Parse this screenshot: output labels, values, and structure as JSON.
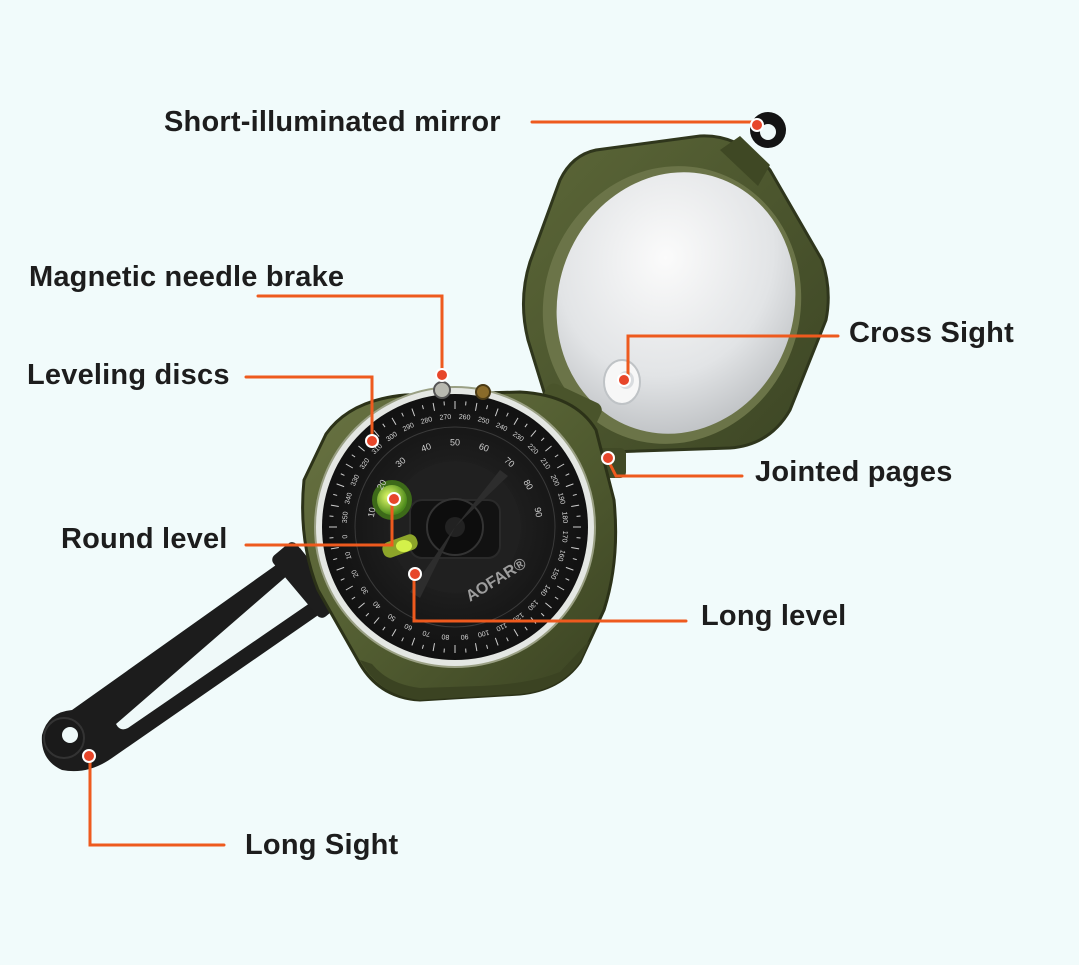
{
  "colors": {
    "background": "#f1fbfb",
    "leader_line": "#ee5a1e",
    "marker_dot": "#e7462a",
    "body_olive": "#525d31",
    "label_text": "#1d1d1d"
  },
  "dial": {
    "brand": "AOFAR®",
    "outer_ring_numbers": [
      "280",
      "270",
      "260",
      "250",
      "240",
      "230",
      "220",
      "210",
      "200",
      "190",
      "180",
      "170",
      "160",
      "150",
      "140",
      "130",
      "120",
      "110",
      "100",
      "90",
      "80",
      "70",
      "60",
      "50",
      "40",
      "30",
      "20",
      "10",
      "0",
      "350",
      "340",
      "330",
      "320",
      "310",
      "300",
      "290"
    ],
    "inner_ring_numbers": [
      "10",
      "20",
      "30",
      "40",
      "50",
      "60",
      "70",
      "80",
      "90"
    ]
  },
  "callouts": {
    "short_illuminated_mirror": "Short-illuminated mirror",
    "magnetic_needle_brake": "Magnetic needle brake",
    "leveling_discs": "Leveling discs",
    "cross_sight": "Cross Sight",
    "jointed_pages": "Jointed pages",
    "round_level": "Round level",
    "long_level": "Long level",
    "long_sight": "Long Sight"
  }
}
